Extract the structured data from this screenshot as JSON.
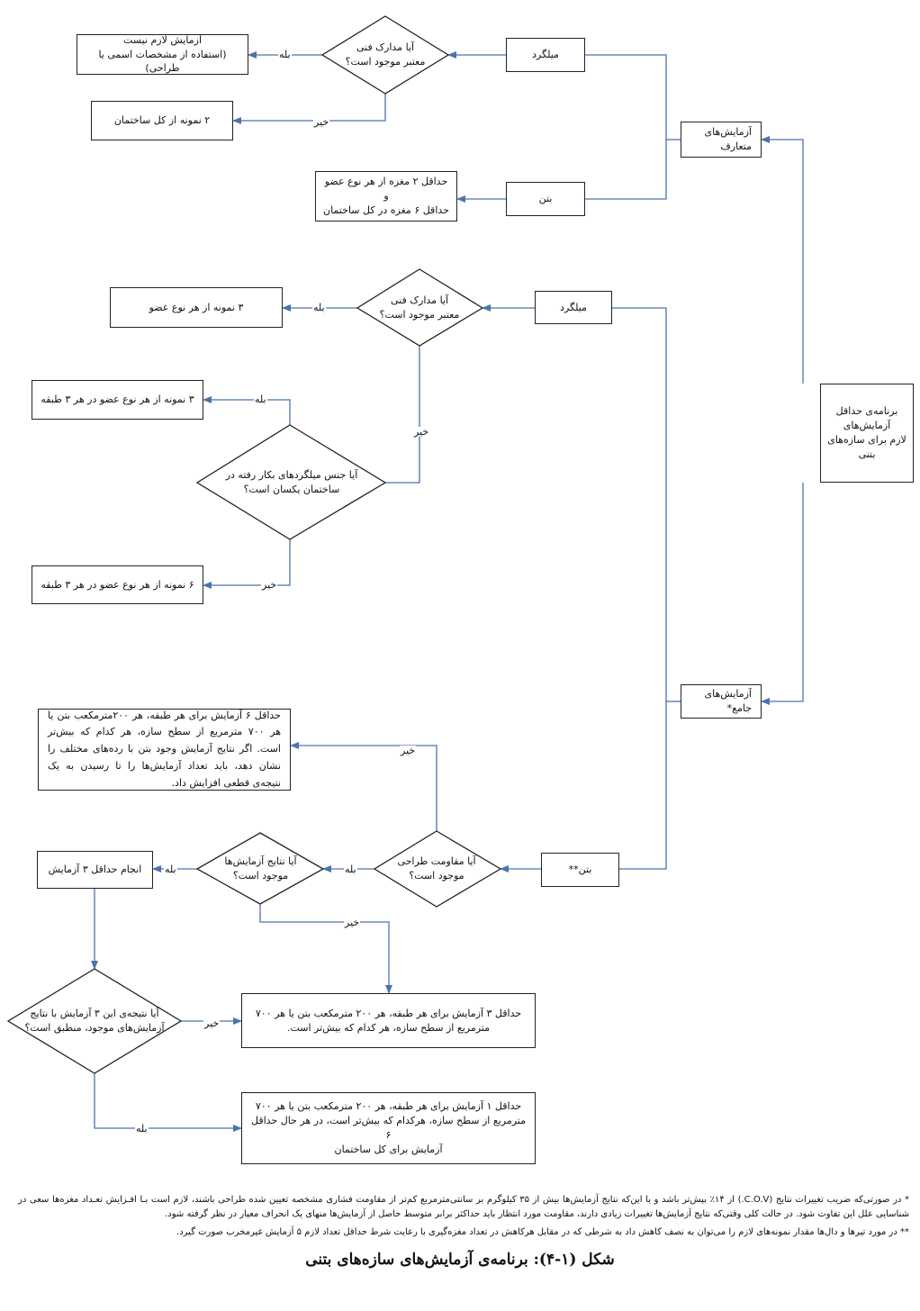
{
  "colors": {
    "line": "#4a74ac",
    "border": "#222222",
    "text": "#111111"
  },
  "root": {
    "label": "برنامه‌ی حداقل\nآزمایش‌های\nلازم برای سازه‌های\nبتنی"
  },
  "standard": {
    "label": "آزمایش‌های\nمتعارف",
    "rebar": {
      "label": "میلگرد",
      "question": "آیا مدارک فنی\nمعتبر موجود است؟",
      "yes_label": "بله",
      "no_label": "خیر",
      "yes_result": "آزمایش لازم نیست\n(استفاده از مشخصات اسمی یا طراحی)",
      "no_result": "۲ نمونه از کل ساختمان"
    },
    "concrete": {
      "label": "بتن",
      "result": "حداقل ۲ مغزه از هر نوع عضو و\nحداقل ۶ مغزه در کل ساختمان"
    }
  },
  "comprehensive": {
    "label": "آزمایش‌های\nجامع*",
    "rebar": {
      "label": "میلگرد",
      "question": "آیا مدارک فنی\nمعتبر موجود است؟",
      "yes_label": "بله",
      "no_label": "خیر",
      "yes_result": "۳ نمونه از هر نوع عضو",
      "question2": "آیا جنس میلگردهای بکار رفته در\nساختمان یکسان است؟",
      "q2_yes_label": "بله",
      "q2_no_label": "خیر",
      "q2_yes_result": "۳ نمونه از هر نوع عضو در هر ۳ طبقه",
      "q2_no_result": "۶ نمونه از هر نوع عضو در هر ۳ طبقه"
    },
    "concrete": {
      "label": "بتن**",
      "question": "آیا مقاومت طراحی\nموجود است؟",
      "no_label": "خیر",
      "no_result": "حداقل ۶ آزمایش برای هر طبقه، هر ۲۰۰مترمکعب بتن یا هر ۷۰۰ مترمربع از سطح سازه، هر کدام که بیش‌تر است. اگر نتایج آزمایش وجود بتن با رده‌های مختلف را نشان دهد، باید تعداد آزمایش‌ها را تا رسیدن به یک نتیجه‌ی قطعی افزایش داد.",
      "yes_label": "بله",
      "question2": "آیا نتایج آزمایش‌ها\nموجود است؟",
      "q2_yes_label": "بله",
      "q2_yes_result": "انجام حداقل ۳ آزمایش",
      "q2_no_label": "خیر",
      "q2_no_result": "حداقل ۳ آزمایش برای هر طبقه، هر ۲۰۰ مترمکعب بتن یا هر ۷۰۰\nمترمربع از سطح سازه، هر کدام که بیش‌تر است.",
      "question3": "آیا نتیجه‌ی این ۳ آزمایش با نتایج\nآزمایش‌های موجود، منطبق است؟",
      "q3_no_label": "خیر",
      "q3_yes_label": "بله",
      "q3_yes_result": "حداقل ۱ آزمایش برای هر طبقه، هر ۲۰۰ مترمکعب بتن یا هر ۷۰۰\nمترمربع از سطح سازه، هرکدام که بیش‌تر است، در هر حال حداقل ۶\nآزمایش برای کل ساختمان"
    }
  },
  "footnotes": {
    "note1": "* در صورتی‌که ضریب تغییرات نتایج (C.O.V.) از ۱۴٪ بیش‌تر باشد و یا این‌که نتایج آزمایش‌ها بیش از ۳۵ کیلوگرم بر سانتی‌مترمربع کم‌تر از مقاومت فشاری مشخصه تعیین شده طراحی باشند، لازم است بـا افـزایش تعـداد مغزه‌ها سعی در شناسایی علل این تفاوت شود. در حالت کلی وقتی‌که نتایج آزمایش‌ها تغییرات زیادی دارند، مقاومت مورد انتظار باید حداکثر برابر متوسط حاصل از آزمایش‌ها منهای یک انحراف معیار در نظر گرفته شود.",
    "note2": "** در مورد تیرها و دال‌ها مقدار نمونه‌های لازم را می‌توان به نصف کاهش داد به شرطی که در مقابل هرکاهش در تعداد مغزه‌گیری با رعایت شرط حداقل تعداد لازم ۵ آزمایش غیرمخرب صورت گیرد."
  },
  "caption": "شکل (۱-۴): برنامه‌ی آزمایش‌های سازه‌های بتنی"
}
